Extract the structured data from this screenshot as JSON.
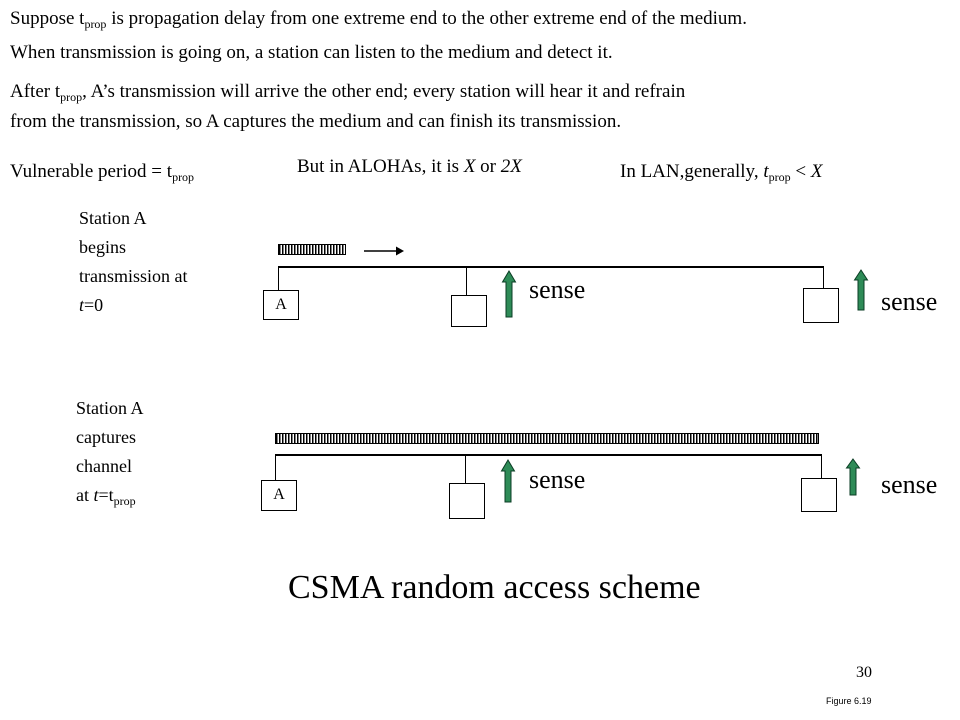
{
  "text": {
    "line1_a": "Suppose t",
    "line1_sub": "prop",
    "line1_b": " is  propagation delay from one extreme end to the other extreme end of the medium.",
    "line2": "When transmission is going on, a station can listen to the medium and detect it.",
    "line3_a": "After t",
    "line3_sub": "prop",
    "line3_b": ", A’s transmission will arrive the other end;  every station will hear it and refrain",
    "line4": "from the transmission, so A captures the medium and can finish its transmission.",
    "vuln_a": "Vulnerable period = t",
    "vuln_sub": "prop",
    "aloha_a": "But in ALOHAs,  it is ",
    "aloha_x": "X",
    "aloha_or": " or ",
    "aloha_2x": "2X",
    "lan_a": "In LAN,generally,  ",
    "lan_t": "t",
    "lan_sub": "prop",
    "lan_b": "  <  ",
    "lan_x": "X"
  },
  "diagram1": {
    "label_lines": [
      "Station A",
      "begins",
      "transmission at"
    ],
    "label_t": "t",
    "label_eq": "=0",
    "station_a": "A",
    "sense_mid": "sense",
    "sense_right": "sense"
  },
  "diagram2": {
    "label_lines": [
      "Station A",
      "captures",
      "channel"
    ],
    "label_at": "at ",
    "label_t": "t",
    "label_eq": "=t",
    "label_sub": "prop",
    "station_a": "A",
    "sense_mid": "sense",
    "sense_right": "sense"
  },
  "title": "CSMA random access scheme",
  "page_number": "30",
  "figure_ref": "Figure  6.19",
  "colors": {
    "sense_arrow": "#2e8b57",
    "sense_arrow_edge": "#0b3d24"
  }
}
